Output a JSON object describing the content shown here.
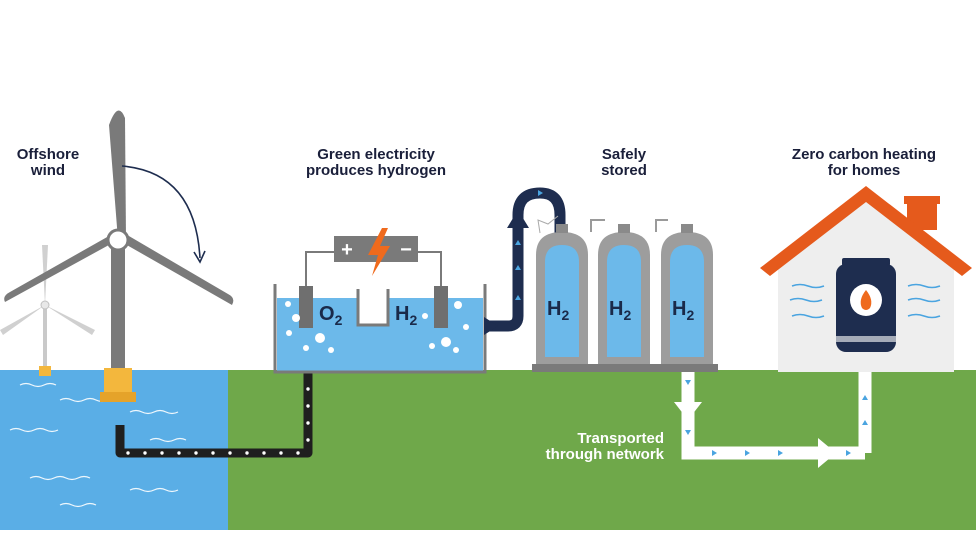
{
  "labels": {
    "offshore_wind": [
      "Offshore",
      "wind"
    ],
    "electrolysis": [
      "Green electricity",
      "produces hydrogen"
    ],
    "storage": [
      "Safely",
      "stored"
    ],
    "heating": [
      "Zero carbon heating",
      "for homes"
    ],
    "transport": [
      "Transported",
      "through network"
    ]
  },
  "electrolysis_tank": {
    "left_gas": "O",
    "left_sub": "2",
    "right_gas": "H",
    "right_sub": "2",
    "battery_plus": "+",
    "battery_minus": "−"
  },
  "tanks": [
    {
      "gas": "H",
      "sub": "2"
    },
    {
      "gas": "H",
      "sub": "2"
    },
    {
      "gas": "H",
      "sub": "2"
    }
  ],
  "colors": {
    "sea": "#5aaee6",
    "land": "#6fa84a",
    "pipe_dark": "#1e2d4f",
    "roof": "#e55a1c",
    "turbine": "#7a7a7a",
    "tank_water": "#6cb9ea"
  }
}
